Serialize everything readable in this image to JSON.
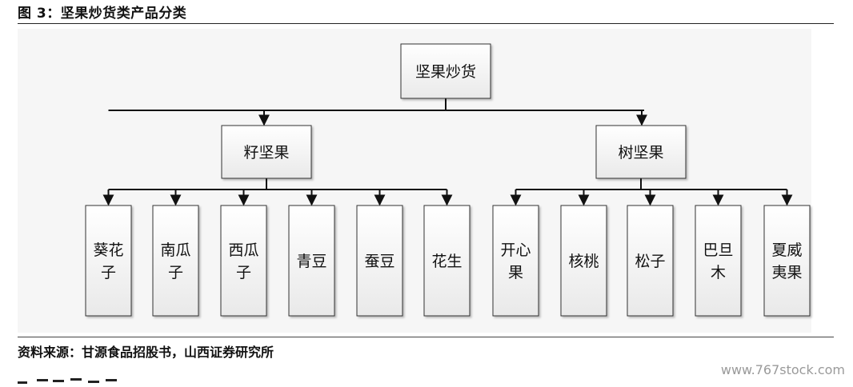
{
  "figure": {
    "title": "图 3：坚果炒货类产品分类",
    "source": "资料来源：甘源食品招股书，山西证券研究所",
    "watermark": "www.767stock.com",
    "next_heading_fragment": "(cropped heading)"
  },
  "tree": {
    "root": "坚果炒货",
    "branches": [
      {
        "label": "籽坚果",
        "children": [
          [
            "葵花",
            "子"
          ],
          [
            "南瓜",
            "子"
          ],
          [
            "西瓜",
            "子"
          ],
          [
            "青豆"
          ],
          [
            "蚕豆"
          ],
          [
            "花生"
          ]
        ]
      },
      {
        "label": "树坚果",
        "children": [
          [
            "开心",
            "果"
          ],
          [
            "核桃"
          ],
          [
            "松子"
          ],
          [
            "巴旦",
            "木"
          ],
          [
            "夏威",
            "夷果"
          ]
        ]
      }
    ]
  }
}
